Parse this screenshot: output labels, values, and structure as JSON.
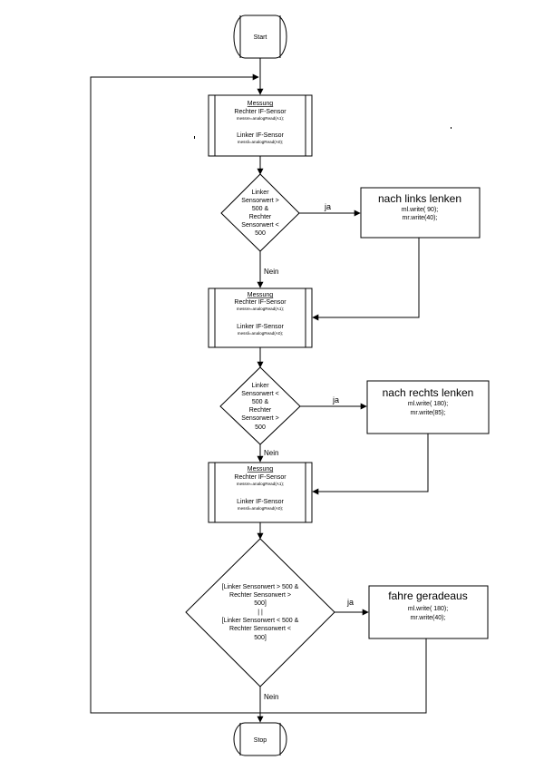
{
  "start": "Start",
  "stop": "Stop",
  "measurements": [
    {
      "title": "Messung",
      "right_sensor": "Rechter IF-Sensor",
      "right_code": "messre=analogRead(A1);",
      "left_sensor": "Linker IF-Sensor",
      "left_code": "messli=analogRead(A0);"
    },
    {
      "title": "Messung",
      "right_sensor": "Rechter IF-Sensor",
      "right_code": "messre=analogRead(A1);",
      "left_sensor": "Linker IF-Sensor",
      "left_code": "messli=analogRead(A0);"
    },
    {
      "title": "Messung",
      "right_sensor": "Rechter IF-Sensor",
      "right_code": "messre=analogRead(A1);",
      "left_sensor": "Linker IF-Sensor",
      "left_code": "messli=analogRead(A0);"
    }
  ],
  "decisions": [
    {
      "lines": [
        "Linker",
        "Sensorwert >",
        "500  &",
        "Rechter",
        "Sensorwert <",
        "500"
      ]
    },
    {
      "lines": [
        "Linker",
        "Sensorwert <",
        "500  &",
        "Rechter",
        "Sensorwert >",
        "500"
      ]
    },
    {
      "lines": [
        "[Linker Sensorwert > 500  &",
        "Rechter Sensorwert >",
        "500]",
        "| |",
        "[Linker Sensorwert < 500  &",
        "Rechter Sensorwert <",
        "500]"
      ]
    }
  ],
  "actions": [
    {
      "title": "nach links lenken",
      "lines": [
        "ml.write( 90);",
        "mr.write(40);"
      ]
    },
    {
      "title": "nach rechts lenken",
      "lines": [
        "ml.write( 180);",
        "mr.write(85);"
      ]
    },
    {
      "title": "fahre geradeaus",
      "lines": [
        "ml.write( 180);",
        "mr.write(40);"
      ]
    }
  ],
  "edge_labels": {
    "yes": "ja",
    "no": "Nein"
  }
}
